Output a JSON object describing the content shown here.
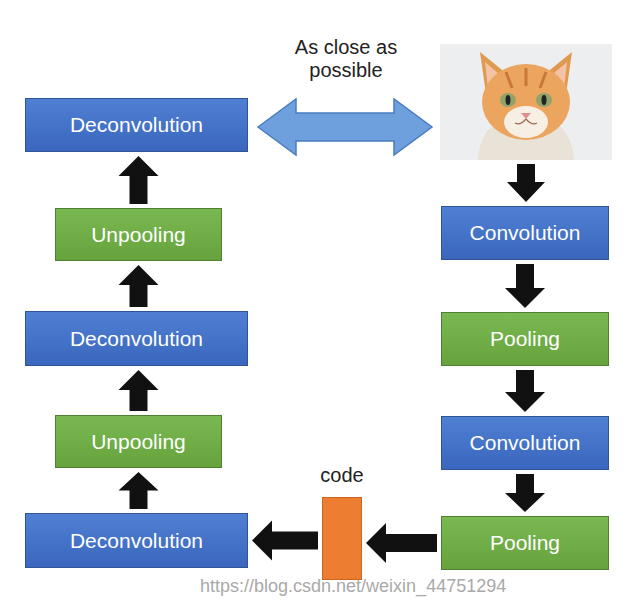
{
  "diagram": {
    "nodes": [
      {
        "text": [
          "Convolution"
        ]
      },
      {
        "text": [
          "Pooling"
        ]
      },
      {
        "text": [
          "Convolution"
        ]
      },
      {
        "text": [
          "Pooling"
        ]
      },
      {
        "text": [
          "code"
        ]
      },
      {
        "text": [
          "Deconvolution"
        ]
      },
      {
        "text": [
          "Unpooling"
        ]
      },
      {
        "text": [
          "Deconvolution"
        ]
      },
      {
        "text": [
          "Unpooling"
        ]
      },
      {
        "text": [
          "Deconvolution"
        ]
      }
    ],
    "edges": [
      {
        "from": 0,
        "to": 1,
        "arrow": "to"
      },
      {
        "from": 1,
        "to": 2,
        "arrow": "to"
      },
      {
        "from": 2,
        "to": 3,
        "arrow": "to"
      },
      {
        "from": 3,
        "to": 4,
        "arrow": "to"
      },
      {
        "from": 4,
        "to": 5,
        "arrow": "to"
      },
      {
        "from": 5,
        "to": 6,
        "arrow": "to"
      },
      {
        "from": 6,
        "to": 7,
        "arrow": "to"
      },
      {
        "from": 7,
        "to": 8,
        "arrow": "to"
      },
      {
        "from": 8,
        "to": 9,
        "arrow": "to"
      }
    ],
    "labels": [
      "As close as possible",
      "https://blog.csdn.net/weixin_44751294"
    ]
  }
}
